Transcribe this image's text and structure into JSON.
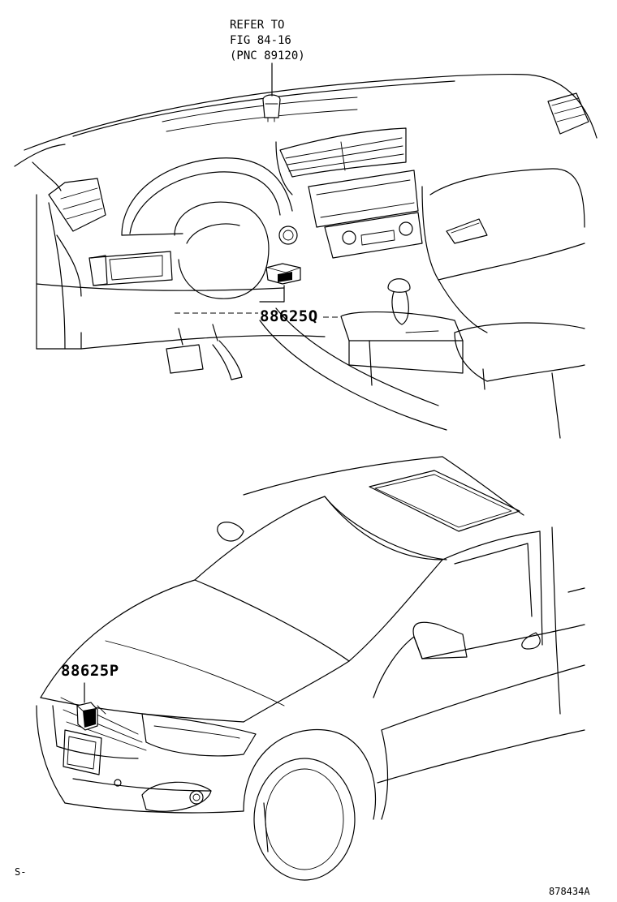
{
  "labels": {
    "refer_line1": "REFER TO",
    "refer_line2": "FIG 84-16",
    "refer_line3": "(PNC 89120)",
    "part_q": "88625Q",
    "part_p": "88625P",
    "corner_code": "S-",
    "figure_number": "878434A"
  }
}
